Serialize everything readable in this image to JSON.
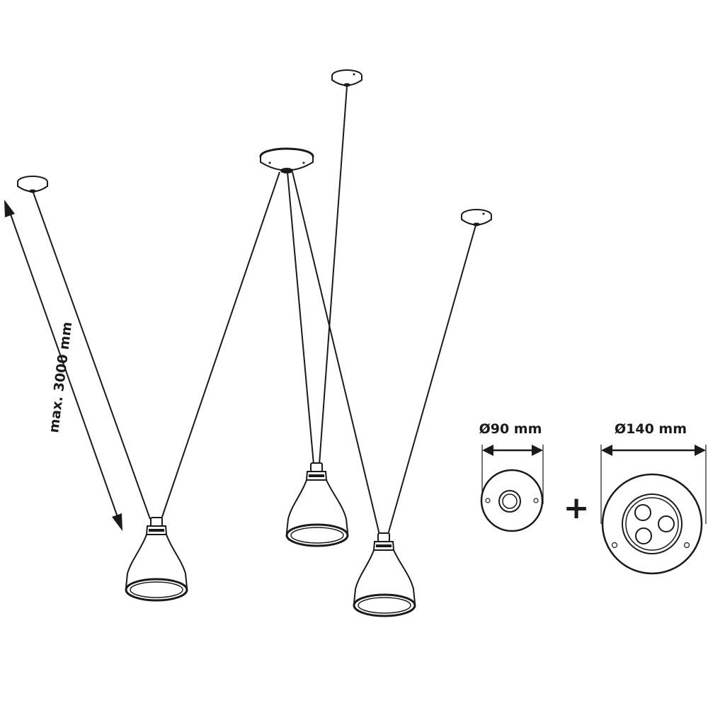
{
  "dimensions": {
    "cable_length": "max. 3000 mm",
    "small_canopy": "Ø90 mm",
    "large_canopy": "Ø140 mm",
    "combine_symbol": "+"
  },
  "colors": {
    "line": "#1a1a1a",
    "background": "#ffffff"
  }
}
